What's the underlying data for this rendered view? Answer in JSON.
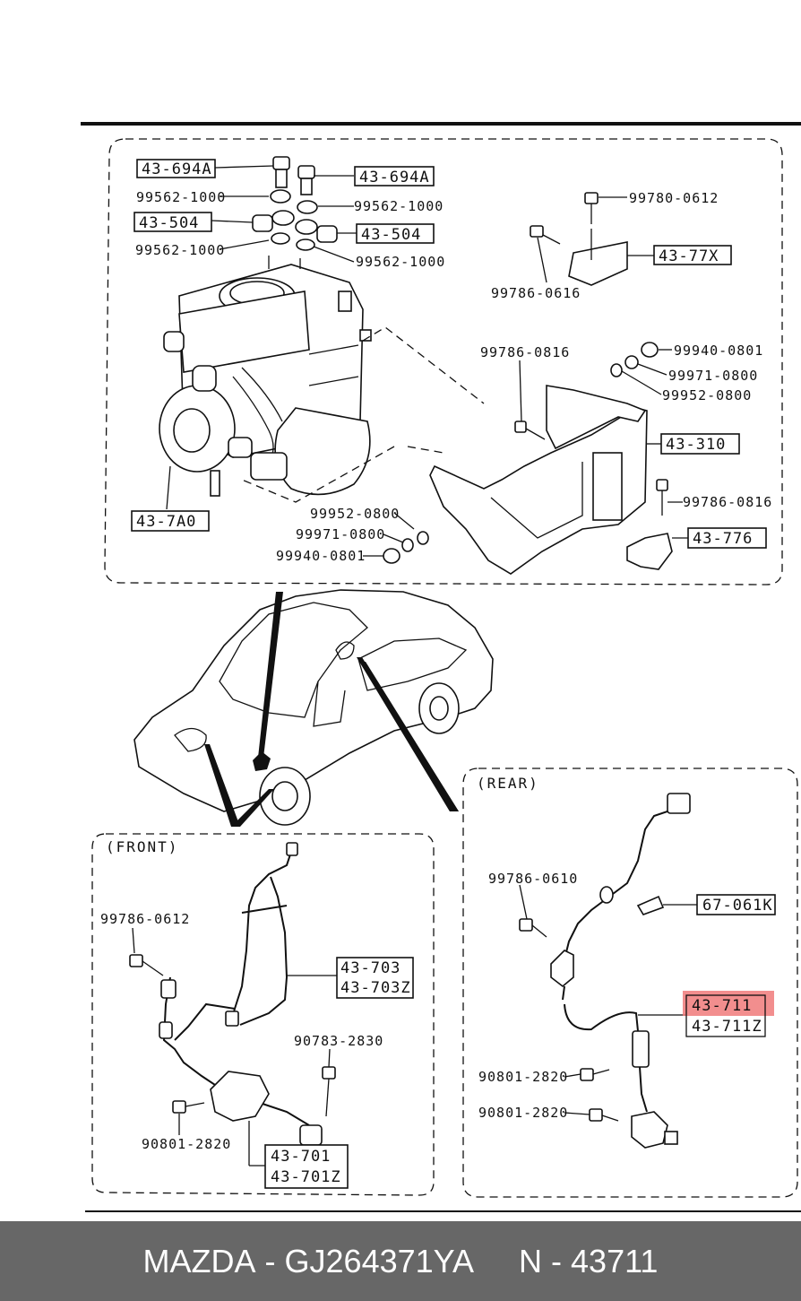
{
  "labels": {
    "lbl_43_694A_left": "43-694A",
    "lbl_43_694A_right": "43-694A",
    "lbl_99562_1000_a": "99562-1000",
    "lbl_99562_1000_b": "99562-1000",
    "lbl_99562_1000_c": "99562-1000",
    "lbl_99562_1000_d": "99562-1000",
    "lbl_43_504_left": "43-504",
    "lbl_43_504_right": "43-504",
    "lbl_99780_0612": "99780-0612",
    "lbl_43_77X": "43-77X",
    "lbl_99786_0616": "99786-0616",
    "lbl_99786_0816_top": "99786-0816",
    "lbl_99940_0801_top": "99940-0801",
    "lbl_99971_0800_top": "99971-0800",
    "lbl_99952_0800_top": "99952-0800",
    "lbl_43_310": "43-310",
    "lbl_43_7A0": "43-7A0",
    "lbl_99786_0816_right": "99786-0816",
    "lbl_99952_0800_bottom": "99952-0800",
    "lbl_99971_0800_bottom": "99971-0800",
    "lbl_99940_0801_bottom": "99940-0801",
    "lbl_43_776": "43-776",
    "front_title": "(FRONT)",
    "lbl_99786_0612": "99786-0612",
    "lbl_43_703": "43-703",
    "lbl_43_703Z": "43-703Z",
    "lbl_90783_2830": "90783-2830",
    "lbl_90801_2820_front": "90801-2820",
    "lbl_43_701": "43-701",
    "lbl_43_701Z": "43-701Z",
    "rear_title": "(REAR)",
    "lbl_99786_0610": "99786-0610",
    "lbl_67_061K": "67-061K",
    "lbl_43_711": "43-711",
    "lbl_43_711Z": "43-711Z",
    "lbl_90801_2820_rear_a": "90801-2820",
    "lbl_90801_2820_rear_b": "90801-2820"
  },
  "highlight": {
    "part": "43-711",
    "color": "#f07a7a"
  },
  "footer": {
    "brand": "MAZDA",
    "part_number": "GJ264371YA",
    "callout": "N - 43711",
    "background": "#676767"
  }
}
